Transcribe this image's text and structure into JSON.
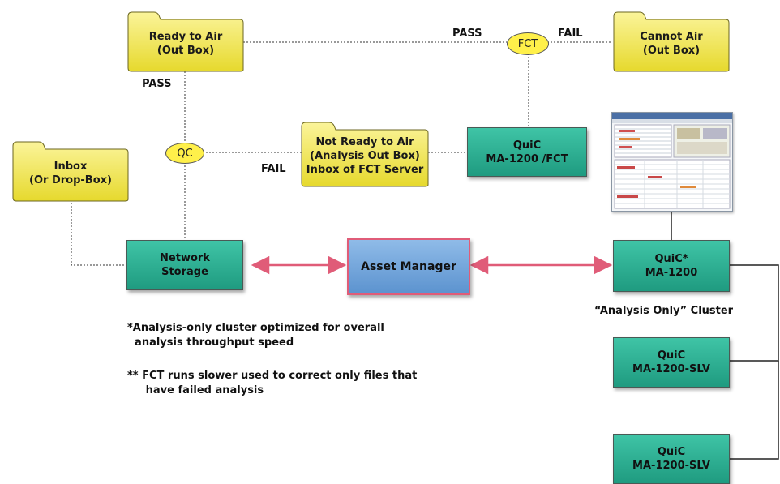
{
  "folders": {
    "ready_to_air": [
      "Ready to Air",
      "(Out Box)"
    ],
    "cannot_air": [
      "Cannot Air",
      "(Out Box)"
    ],
    "not_ready": [
      "Not Ready to Air",
      "(Analysis Out Box)",
      "Inbox of FCT Server"
    ],
    "inbox": [
      "Inbox",
      "(Or Drop-Box)"
    ]
  },
  "boxes": {
    "quic_fct": [
      "QuiC",
      "MA-1200 /FCT"
    ],
    "network_storage": [
      "Network",
      "Storage"
    ],
    "asset_manager": "Asset Manager",
    "quic_main": [
      "QuiC*",
      "MA-1200"
    ],
    "quic_slv1": [
      "QuiC",
      "MA-1200-SLV"
    ],
    "quic_slv2": [
      "QuiC",
      "MA-1200-SLV"
    ]
  },
  "nodes": {
    "qc": "QC",
    "fct": "FCT"
  },
  "labels": {
    "pass_top": "PASS",
    "fail_top": "FAIL",
    "pass_left": "PASS",
    "fail_mid": "FAIL",
    "cluster": "“Analysis Only” Cluster"
  },
  "notes": {
    "note1": "*Analysis-only cluster optimized for overall\n  analysis throughput speed",
    "note2": "** FCT runs slower used to correct only files that\n     have failed analysis"
  },
  "colors": {
    "folder_fill": "#f2e95a",
    "green_box": "#2bb392",
    "asset_box": "#7aaee0",
    "arrow": "#e05c78",
    "oval": "#fff04a"
  }
}
